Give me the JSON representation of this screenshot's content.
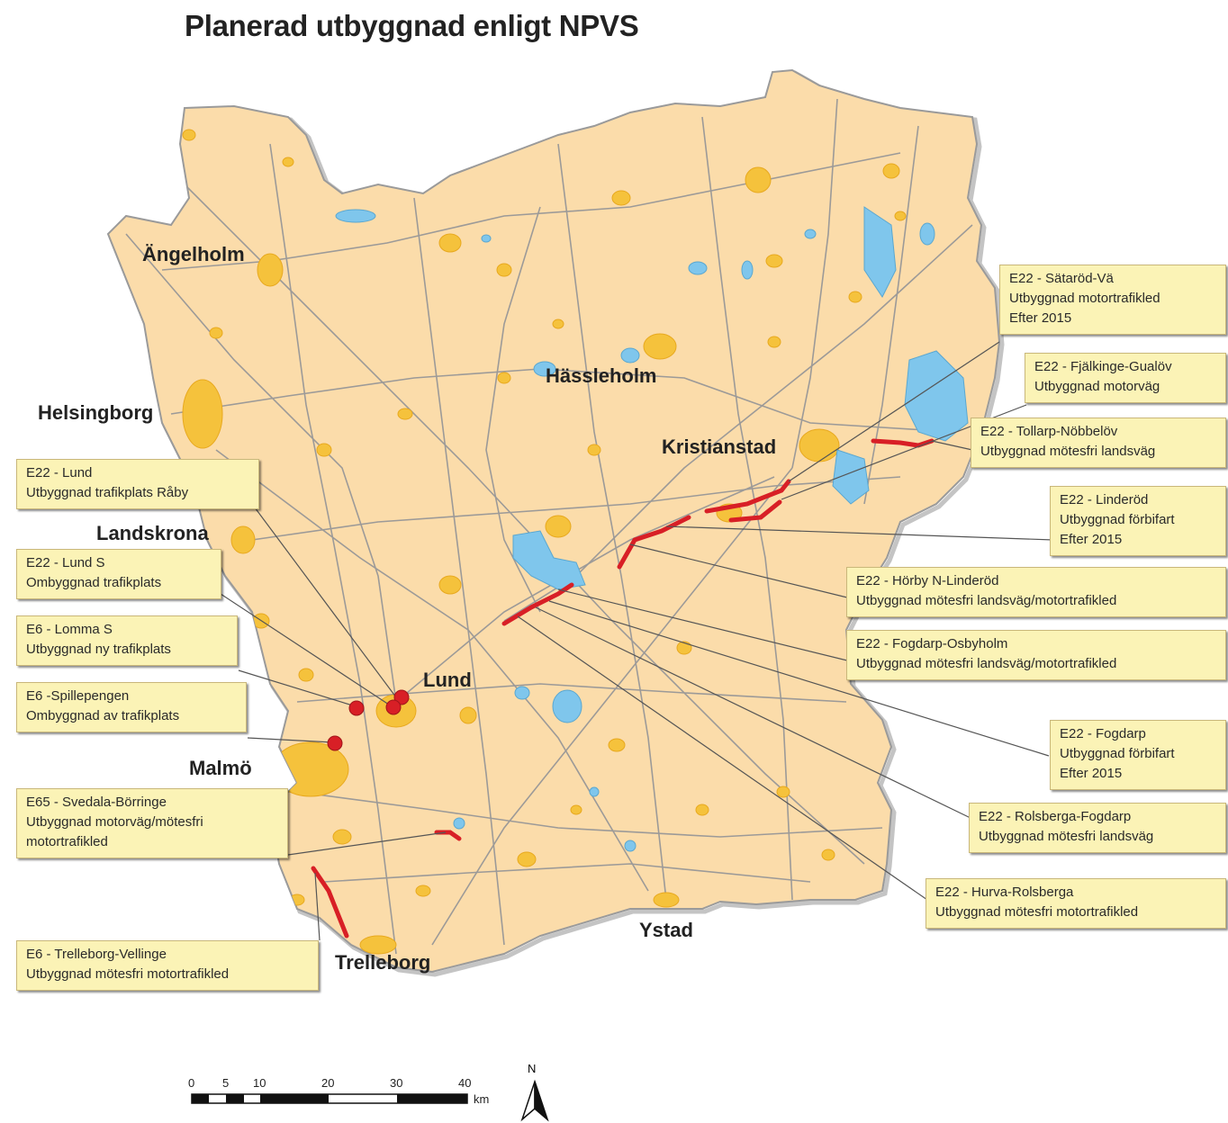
{
  "title": "Planerad utbyggnad enligt NPVS",
  "colors": {
    "land": "#fbdcaa",
    "urban": "#f5c23c",
    "water": "#7fc6ec",
    "road": "#9c9a98",
    "project": "#d81f26",
    "callout_bg": "#fbf3b6",
    "outside": "#ffffff"
  },
  "cities": [
    {
      "id": "angelholm",
      "label": "Ängelholm"
    },
    {
      "id": "helsingborg",
      "label": "Helsingborg"
    },
    {
      "id": "landskrona",
      "label": "Landskrona"
    },
    {
      "id": "hassleholm",
      "label": "Hässleholm"
    },
    {
      "id": "kristianstad",
      "label": "Kristianstad"
    },
    {
      "id": "lund",
      "label": "Lund"
    },
    {
      "id": "malmo",
      "label": "Malmö"
    },
    {
      "id": "trelleborg",
      "label": "Trelleborg"
    },
    {
      "id": "ystad",
      "label": "Ystad"
    }
  ],
  "callouts": [
    {
      "id": "e22-lund",
      "lines": [
        "E22 - Lund",
        "Utbyggnad trafikplats Råby"
      ]
    },
    {
      "id": "e22-lund-s",
      "lines": [
        "E22 - Lund S",
        "Ombyggnad trafikplats"
      ]
    },
    {
      "id": "e6-lomma-s",
      "lines": [
        "E6 - Lomma S",
        "Utbyggnad ny trafikplats"
      ]
    },
    {
      "id": "e6-spillepengen",
      "lines": [
        "E6 -Spillepengen",
        "Ombyggnad av trafikplats"
      ]
    },
    {
      "id": "e65-svedala",
      "lines": [
        "E65 - Svedala-Börringe",
        "Utbyggnad motorväg/mötesfri",
        "motortrafikled"
      ]
    },
    {
      "id": "e6-trelleborg",
      "lines": [
        "E6 - Trelleborg-Vellinge",
        "Utbyggnad mötesfri motortrafikled"
      ]
    },
    {
      "id": "e22-sataröd",
      "lines": [
        "E22 - Sätaröd-Vä",
        "Utbyggnad motortrafikled",
        "Efter 2015"
      ]
    },
    {
      "id": "e22-fjalkinge",
      "lines": [
        "E22 - Fjälkinge-Gualöv",
        "Utbyggnad motorväg"
      ]
    },
    {
      "id": "e22-tollarp",
      "lines": [
        "E22 - Tollarp-Nöbbelöv",
        "Utbyggnad mötesfri landsväg"
      ]
    },
    {
      "id": "e22-linderod",
      "lines": [
        "E22 - Linderöd",
        "Utbyggnad förbifart",
        "Efter 2015"
      ]
    },
    {
      "id": "e22-horby",
      "lines": [
        "E22 - Hörby N-Linderöd",
        "Utbyggnad mötesfri landsväg/motortrafikled"
      ]
    },
    {
      "id": "e22-fogdarp-osbyholm",
      "lines": [
        "E22 - Fogdarp-Osbyholm",
        "Utbyggnad mötesfri landsväg/motortrafikled"
      ]
    },
    {
      "id": "e22-fogdarp",
      "lines": [
        "E22 - Fogdarp",
        "Utbyggnad förbifart",
        "Efter 2015"
      ]
    },
    {
      "id": "e22-rolsberga",
      "lines": [
        "E22 - Rolsberga-Fogdarp",
        "Utbyggnad mötesfri landsväg"
      ]
    },
    {
      "id": "e22-hurva",
      "lines": [
        "E22 - Hurva-Rolsberga",
        "Utbyggnad mötesfri motortrafikled"
      ]
    }
  ],
  "scale": {
    "ticks": [
      "0",
      "5",
      "10",
      "20",
      "30",
      "40"
    ],
    "unit": "km"
  },
  "north_label": "N"
}
